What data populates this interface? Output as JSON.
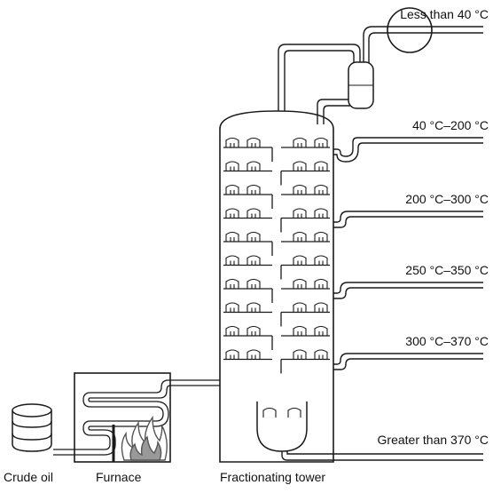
{
  "colors": {
    "stroke": "#1a1a1a",
    "background": "#ffffff",
    "fill": "#ffffff",
    "flame": "#777777"
  },
  "labels": {
    "crude_oil": "Crude oil",
    "furnace": "Furnace",
    "tower": "Fractionating tower"
  },
  "fractions": [
    {
      "label": "Less than 40 °C"
    },
    {
      "label": "40 °C–200 °C"
    },
    {
      "label": "200 °C–300 °C"
    },
    {
      "label": "250 °C–350 °C"
    },
    {
      "label": "300 °C–370 °C"
    },
    {
      "label": "Greater than 370 °C"
    }
  ],
  "icons": {
    "crude_oil": "barrel-stack-icon",
    "furnace_flame": "flame-icon",
    "condenser": "condenser-icon",
    "collector": "circle-icon"
  }
}
